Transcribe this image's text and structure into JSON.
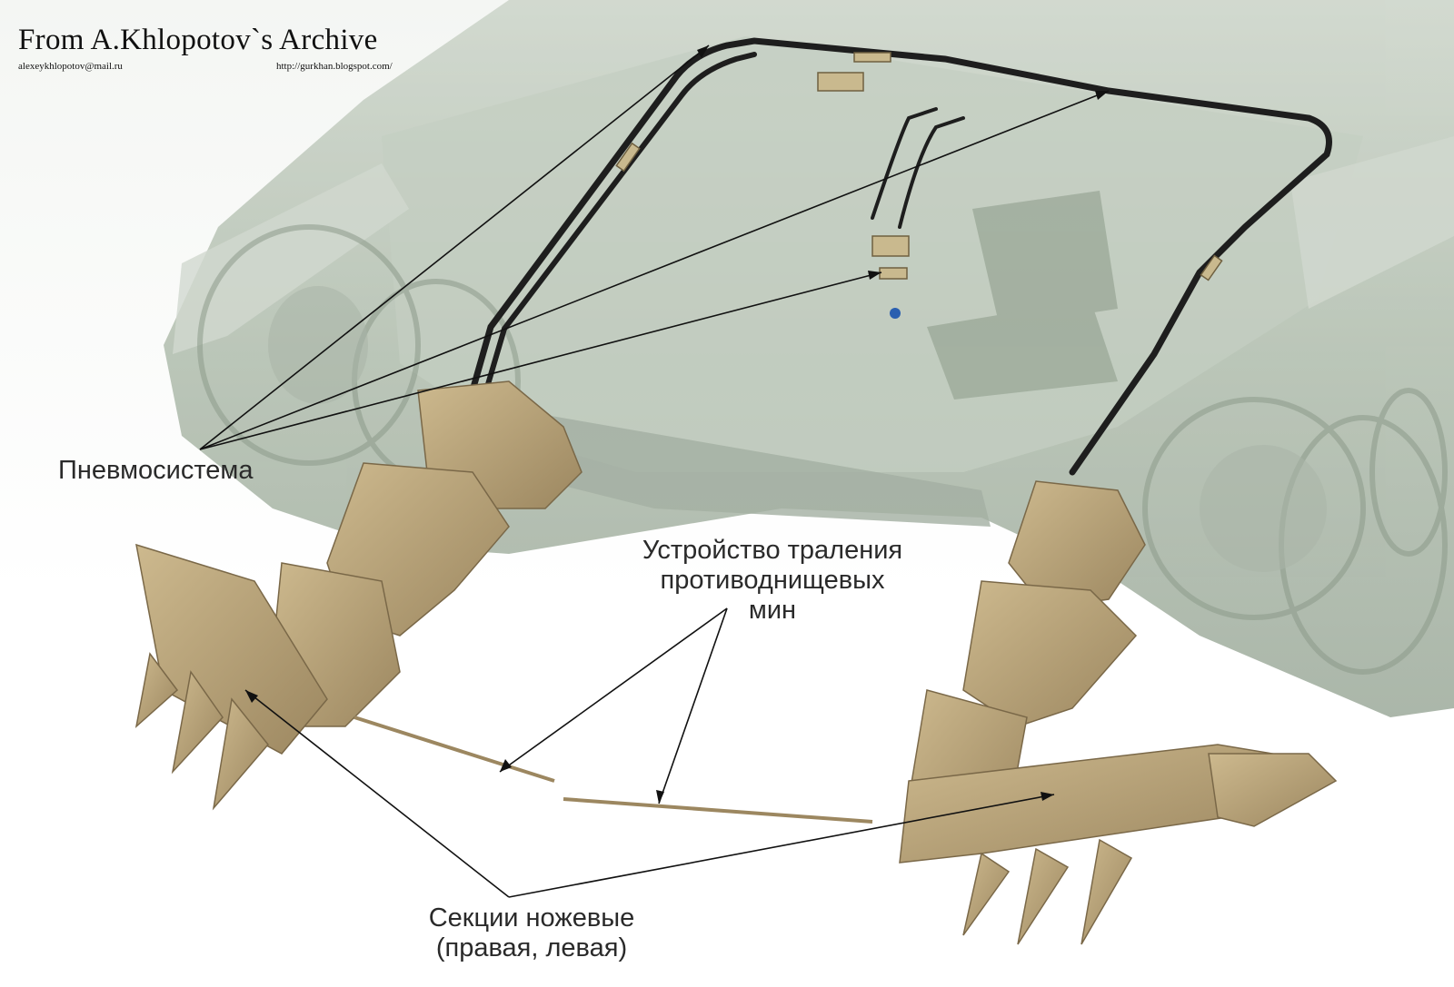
{
  "watermark": {
    "title": "From A.Khlopotov`s Archive",
    "email": "alexeykhlopotov@mail.ru",
    "url": "http://gurkhan.blogspot.com/"
  },
  "labels": {
    "pneumo": "Пневмосистема",
    "trawl": [
      "Устройство траления",
      "противоднищевых",
      "мин"
    ],
    "sections": [
      "Секции ножевые",
      "(правая, левая)"
    ]
  },
  "colors": {
    "hull": "#9fae9b",
    "hull_dark": "#7f8d7c",
    "mechanism": "#b8a47a",
    "mechanism_dark": "#8e7b55",
    "pipe": "#1e1e1e",
    "leader": "#111111",
    "background": "#ffffff"
  }
}
